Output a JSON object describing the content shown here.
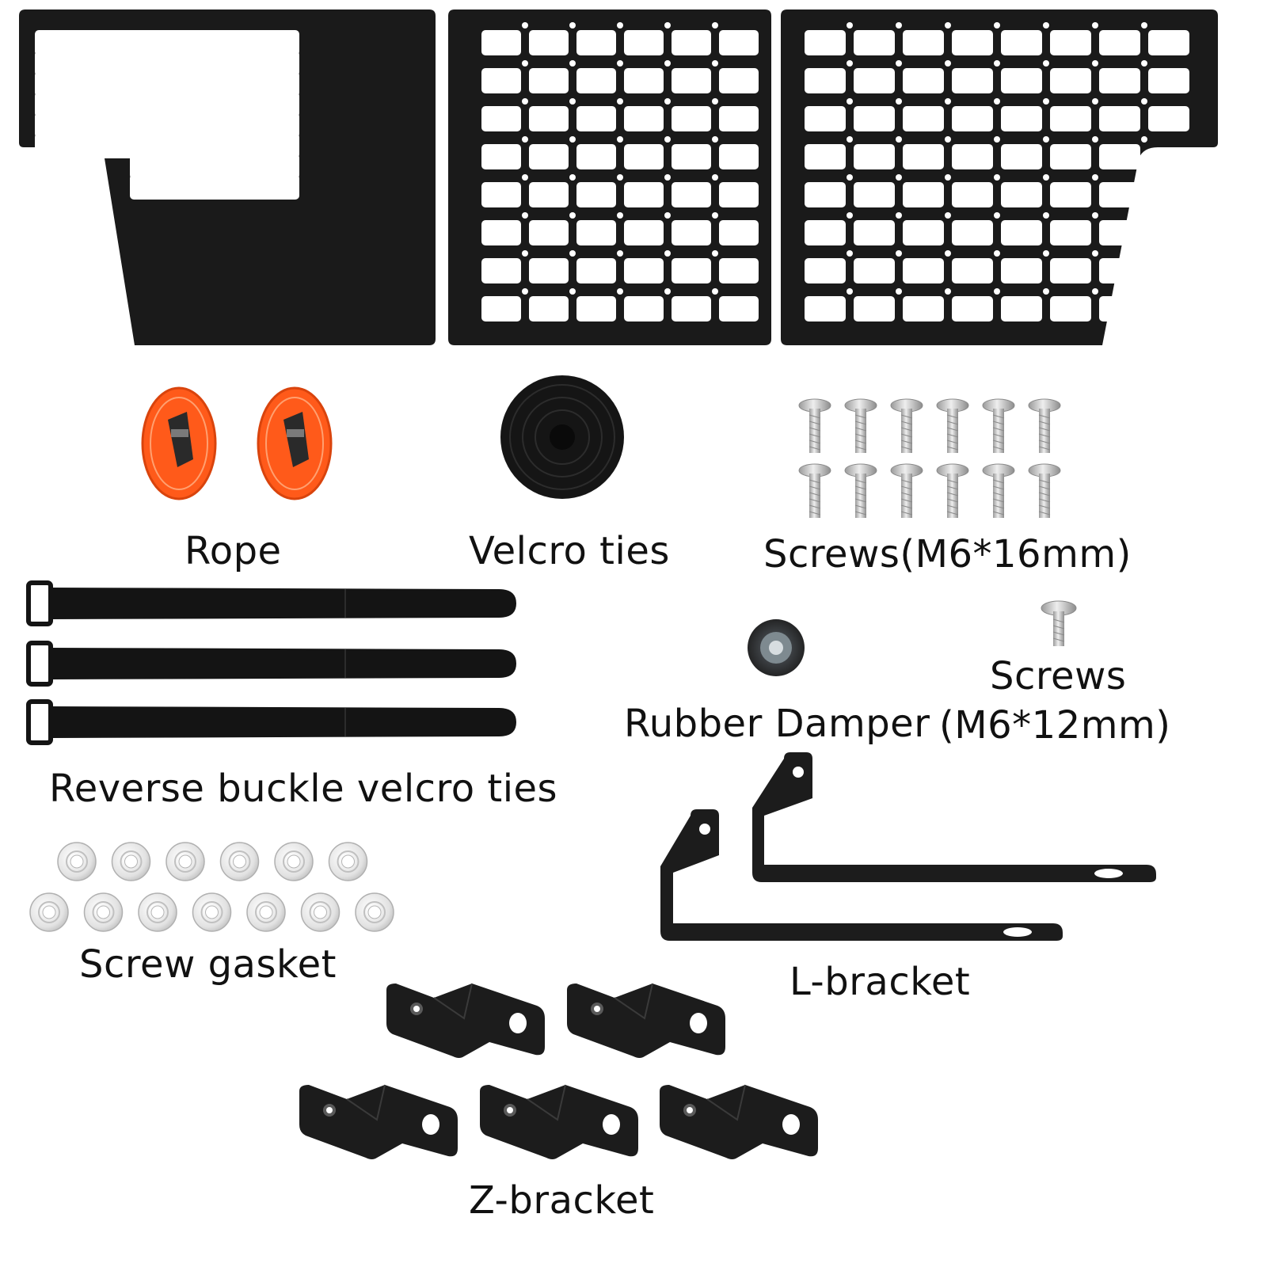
{
  "labels": {
    "rope": "Rope",
    "velcro_ties": "Velcro ties",
    "screws_16": "Screws(M6*16mm)",
    "reverse_buckle": "Reverse buckle velcro ties",
    "rubber_damper": "Rubber Damper",
    "screws_12_name": "Screws",
    "screws_12_size": "(M6*12mm)",
    "screw_gasket": "Screw gasket",
    "l_bracket": "L-bracket",
    "z_bracket": "Z-bracket"
  },
  "colors": {
    "panel": "#1a1a1a",
    "strap": "#141414",
    "rope_orange": "#ff5a1a",
    "metal": "#c8c8c8",
    "gasket": "#e8e8e8"
  },
  "icons": {
    "rope": "rope-coil-icon",
    "velcro_roll": "velcro-roll-icon",
    "screw": "screw-icon",
    "damper": "rubber-damper-icon",
    "gasket": "washer-icon",
    "l_bracket": "l-bracket-icon",
    "z_bracket": "z-bracket-icon"
  }
}
